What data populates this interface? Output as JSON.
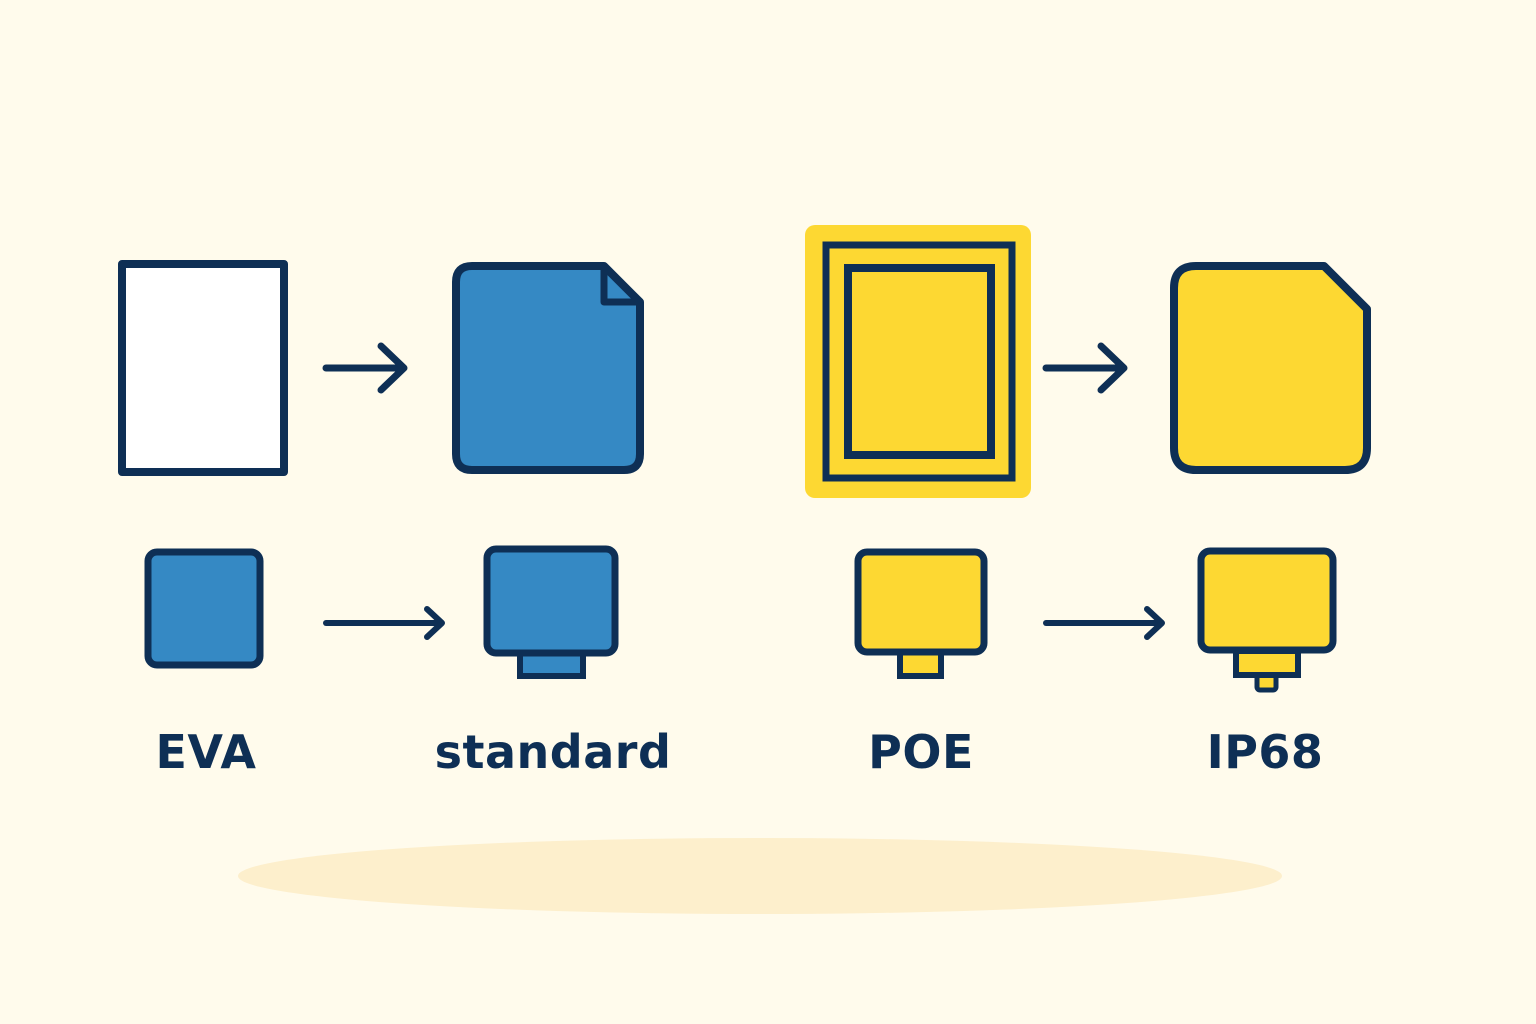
{
  "colors": {
    "background": "#FFFBEC",
    "outline": "#0E2F55",
    "blue": "#3589C4",
    "yellow": "#FDD832",
    "highlight": "#FDD832",
    "white": "#FFFFFF",
    "shadow": "#FDEFCC"
  },
  "labels": {
    "eva": "EVA",
    "standard": "standard",
    "poe": "POE",
    "ip68": "IP68"
  },
  "icons": {
    "sheet_empty": "blank-sheet-icon",
    "sheet_blue": "folded-corner-sheet-icon",
    "sheet_framed": "framed-sheet-icon",
    "sheet_yellow": "cut-corner-sheet-icon",
    "device_blue_square": "square-block-icon",
    "device_blue_base": "monitor-block-icon",
    "device_yellow_base": "monitor-block-icon",
    "device_yellow_plug": "plug-block-icon",
    "arrow": "right-arrow-icon"
  }
}
